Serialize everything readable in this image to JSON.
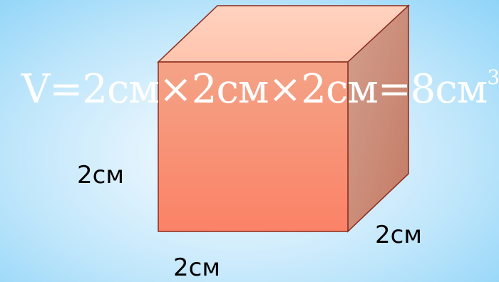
{
  "formula": {
    "text": "V=2см×2см×2см=8см",
    "superscript": "3"
  },
  "dimensions": {
    "height_label": "2см",
    "depth_label": "2см",
    "width_label": "2см"
  },
  "colors": {
    "cube_front_top": "#f2a081",
    "cube_front_bottom": "#fa8467",
    "cube_top": "#ffc9b3",
    "cube_side": "#c9907e",
    "cube_edge": "#8b2a1c",
    "formula_text": "#ffffff",
    "label_text": "#000000"
  }
}
